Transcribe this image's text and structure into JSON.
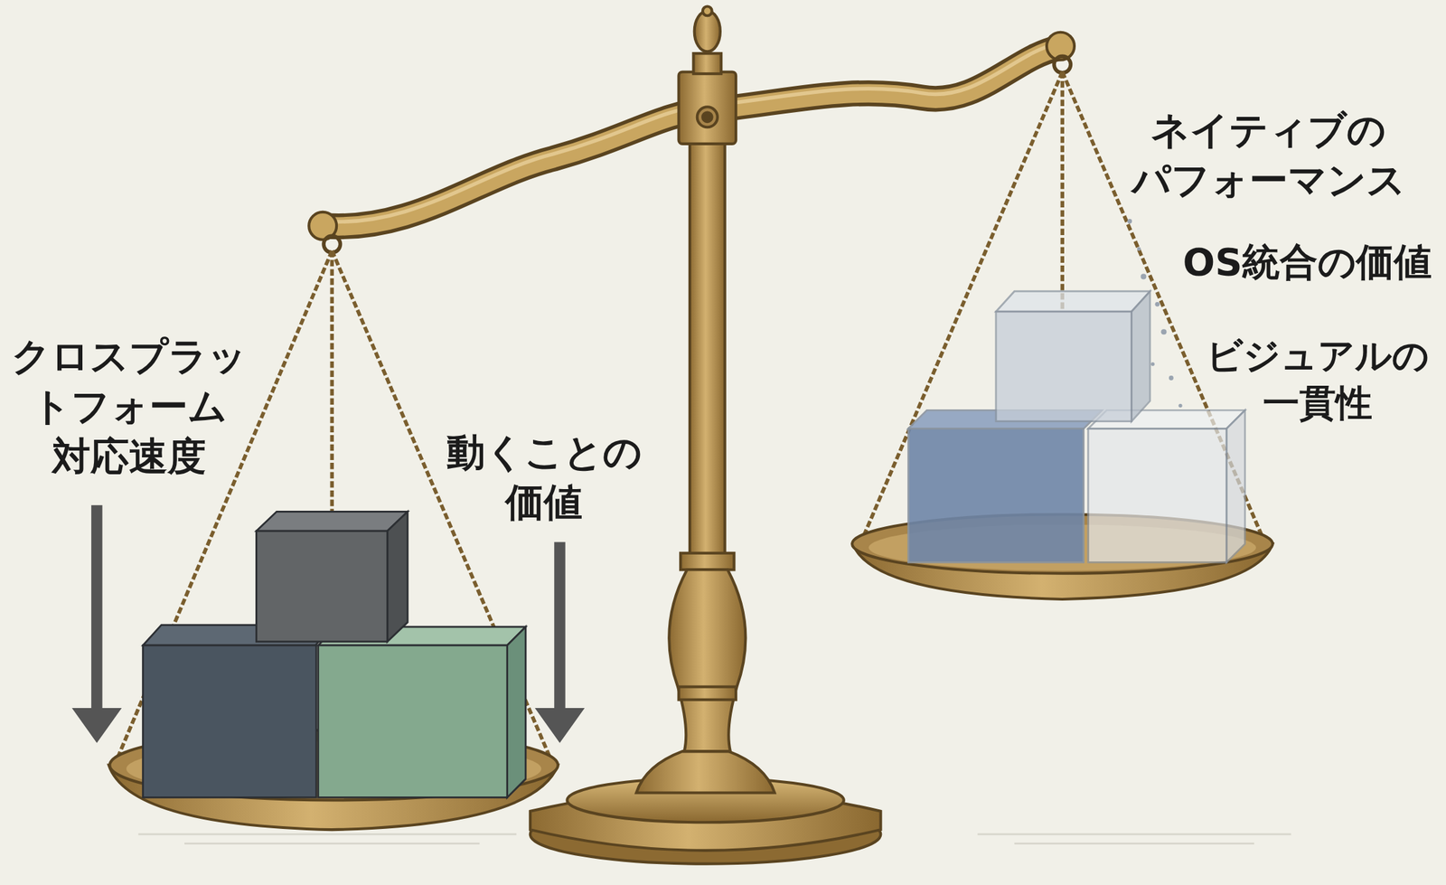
{
  "diagram": {
    "labels": [
      "クロスプラッ トフォーム 対応速度",
      "動くことの 価値",
      "ネイティブの パフォーマンス",
      "OS統合の価値",
      "ビジュアルの 一貫性"
    ]
  }
}
